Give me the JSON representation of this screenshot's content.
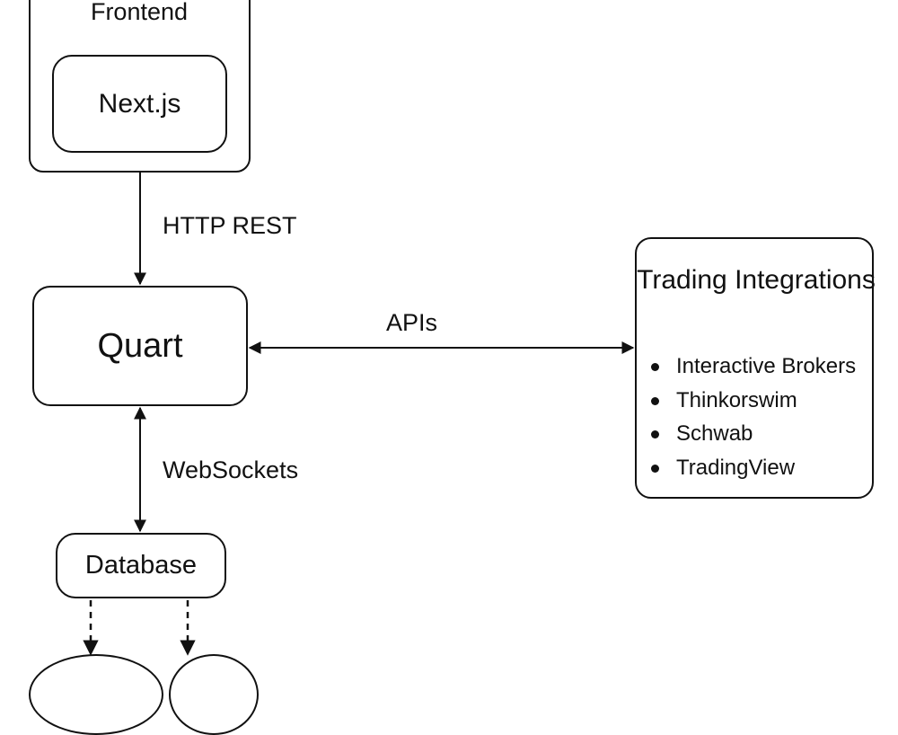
{
  "frontend": {
    "title": "Frontend",
    "component": "Next.js"
  },
  "backend": {
    "label": "Quart"
  },
  "database": {
    "label": "Database"
  },
  "connectors": {
    "frontend_to_backend": "HTTP REST",
    "backend_to_trading": "APIs",
    "backend_to_database": "WebSockets"
  },
  "trading": {
    "title": "Trading Integrations",
    "items": [
      "Interactive Brokers",
      "Thinkorswim",
      "Schwab",
      "TradingView"
    ]
  },
  "colors": {
    "stroke": "#111111",
    "background": "#ffffff"
  }
}
